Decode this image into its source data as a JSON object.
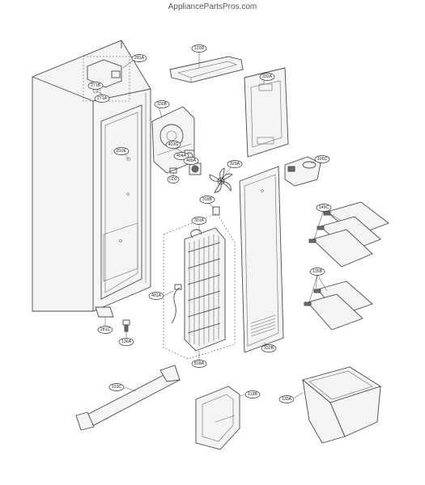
{
  "watermark": "AppliancePartsPros.com",
  "part_labels": {
    "p281A": "281A",
    "p271B": "271B",
    "p271A": "271A",
    "p120D": "120D",
    "p332A": "332A",
    "p330B": "330B",
    "p810E": "810E",
    "p403G": "403G",
    "p404A": "404A",
    "p405A": "405A",
    "p329A": "329A",
    "p106C": "106C",
    "pLD2": "LD2",
    "p318B": "318B",
    "p301A": "301A",
    "p149C": "149C",
    "p135B": "135B",
    "p401A": "401A",
    "p281C": "281C",
    "p136A": "136A",
    "p818A": "818A",
    "p332B": "332B",
    "p103C": "103C",
    "p119B": "119B",
    "p130A": "130A"
  }
}
